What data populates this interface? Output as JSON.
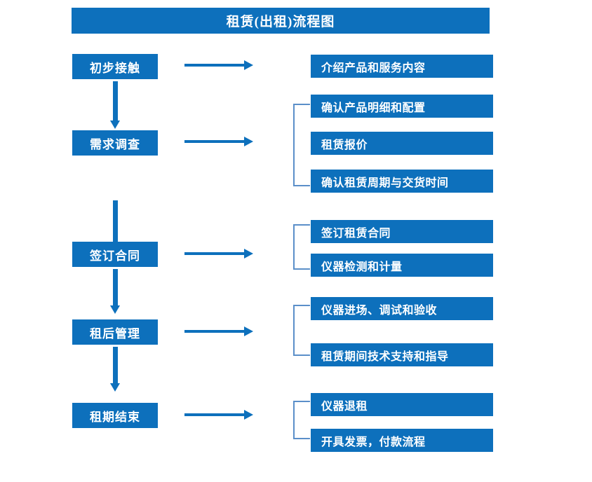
{
  "diagram": {
    "title": "租赁(出租)流程图",
    "colors": {
      "box_fill": "#0d70bc",
      "box_text": "#ffffff",
      "arrow": "#0d70bc",
      "bracket": "#5b8fc9",
      "background": "#ffffff"
    },
    "stages": [
      {
        "id": "stage-1",
        "label": "初步接触",
        "details": [
          "介绍产品和服务内容"
        ],
        "has_bracket": false,
        "has_next_arrow": true
      },
      {
        "id": "stage-2",
        "label": "需求调查",
        "details": [
          "确认产品明细和配置",
          "租赁报价",
          "确认租赁周期与交货时间"
        ],
        "has_bracket": true,
        "has_next_arrow": true
      },
      {
        "id": "stage-3",
        "label": "签订合同",
        "details": [
          "签订租赁合同",
          "仪器检测和计量"
        ],
        "has_bracket": true,
        "has_next_arrow": true
      },
      {
        "id": "stage-4",
        "label": "租后管理",
        "details": [
          "仪器进场、调试和验收",
          "租赁期间技术支持和指导"
        ],
        "has_bracket": true,
        "has_next_arrow": true
      },
      {
        "id": "stage-5",
        "label": "租期结束",
        "details": [
          "仪器退租",
          "开具发票，付款流程"
        ],
        "has_bracket": true,
        "has_next_arrow": false
      }
    ]
  }
}
